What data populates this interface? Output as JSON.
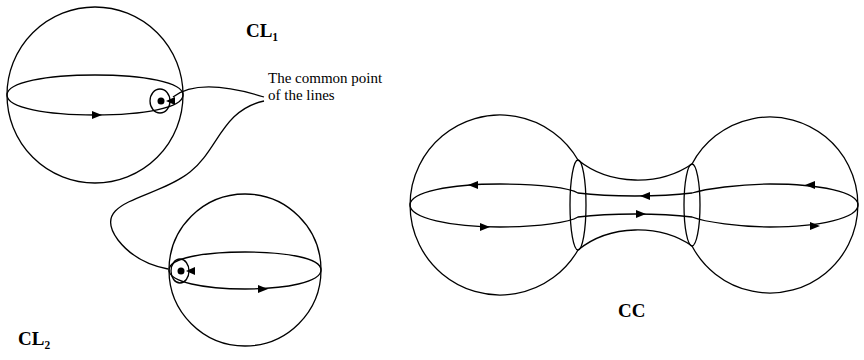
{
  "diagram": {
    "labels": [
      "CL₁",
      "The common point of the lines",
      "CL₂",
      "CC"
    ]
  }
}
